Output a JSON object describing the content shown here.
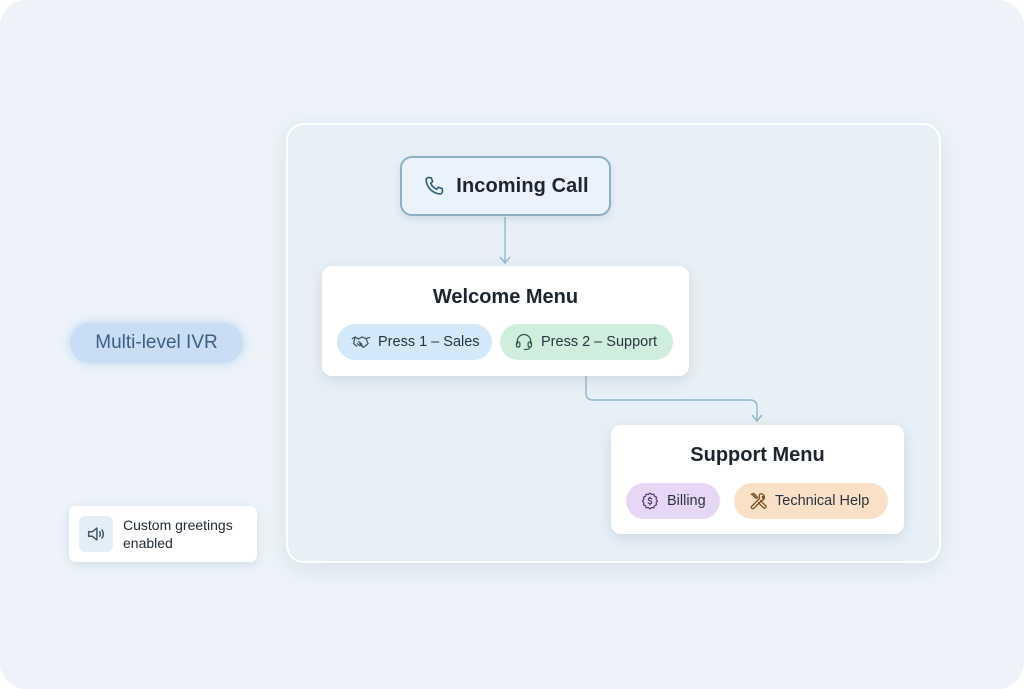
{
  "badge": {
    "label": "Multi-level IVR"
  },
  "greeting": {
    "label": "Custom greetings enabled",
    "icon": "speaker-icon"
  },
  "flow": {
    "incoming": {
      "label": "Incoming Call",
      "icon": "phone-icon"
    },
    "welcome_menu": {
      "title": "Welcome Menu",
      "options": [
        {
          "label": "Press 1 – Sales",
          "icon": "handshake-icon",
          "color": "#d3e8f8"
        },
        {
          "label": "Press 2 – Support",
          "icon": "headset-icon",
          "color": "#cfeede"
        }
      ]
    },
    "support_menu": {
      "title": "Support Menu",
      "options": [
        {
          "label": "Billing",
          "icon": "dollar-gear-icon",
          "color": "#e8d6f6"
        },
        {
          "label": "Technical Help",
          "icon": "tools-icon",
          "color": "#fae0c6"
        }
      ]
    }
  },
  "colors": {
    "background": "#edf3f9",
    "connector": "#8fb8cc",
    "accent_text": "#3a5f86"
  }
}
